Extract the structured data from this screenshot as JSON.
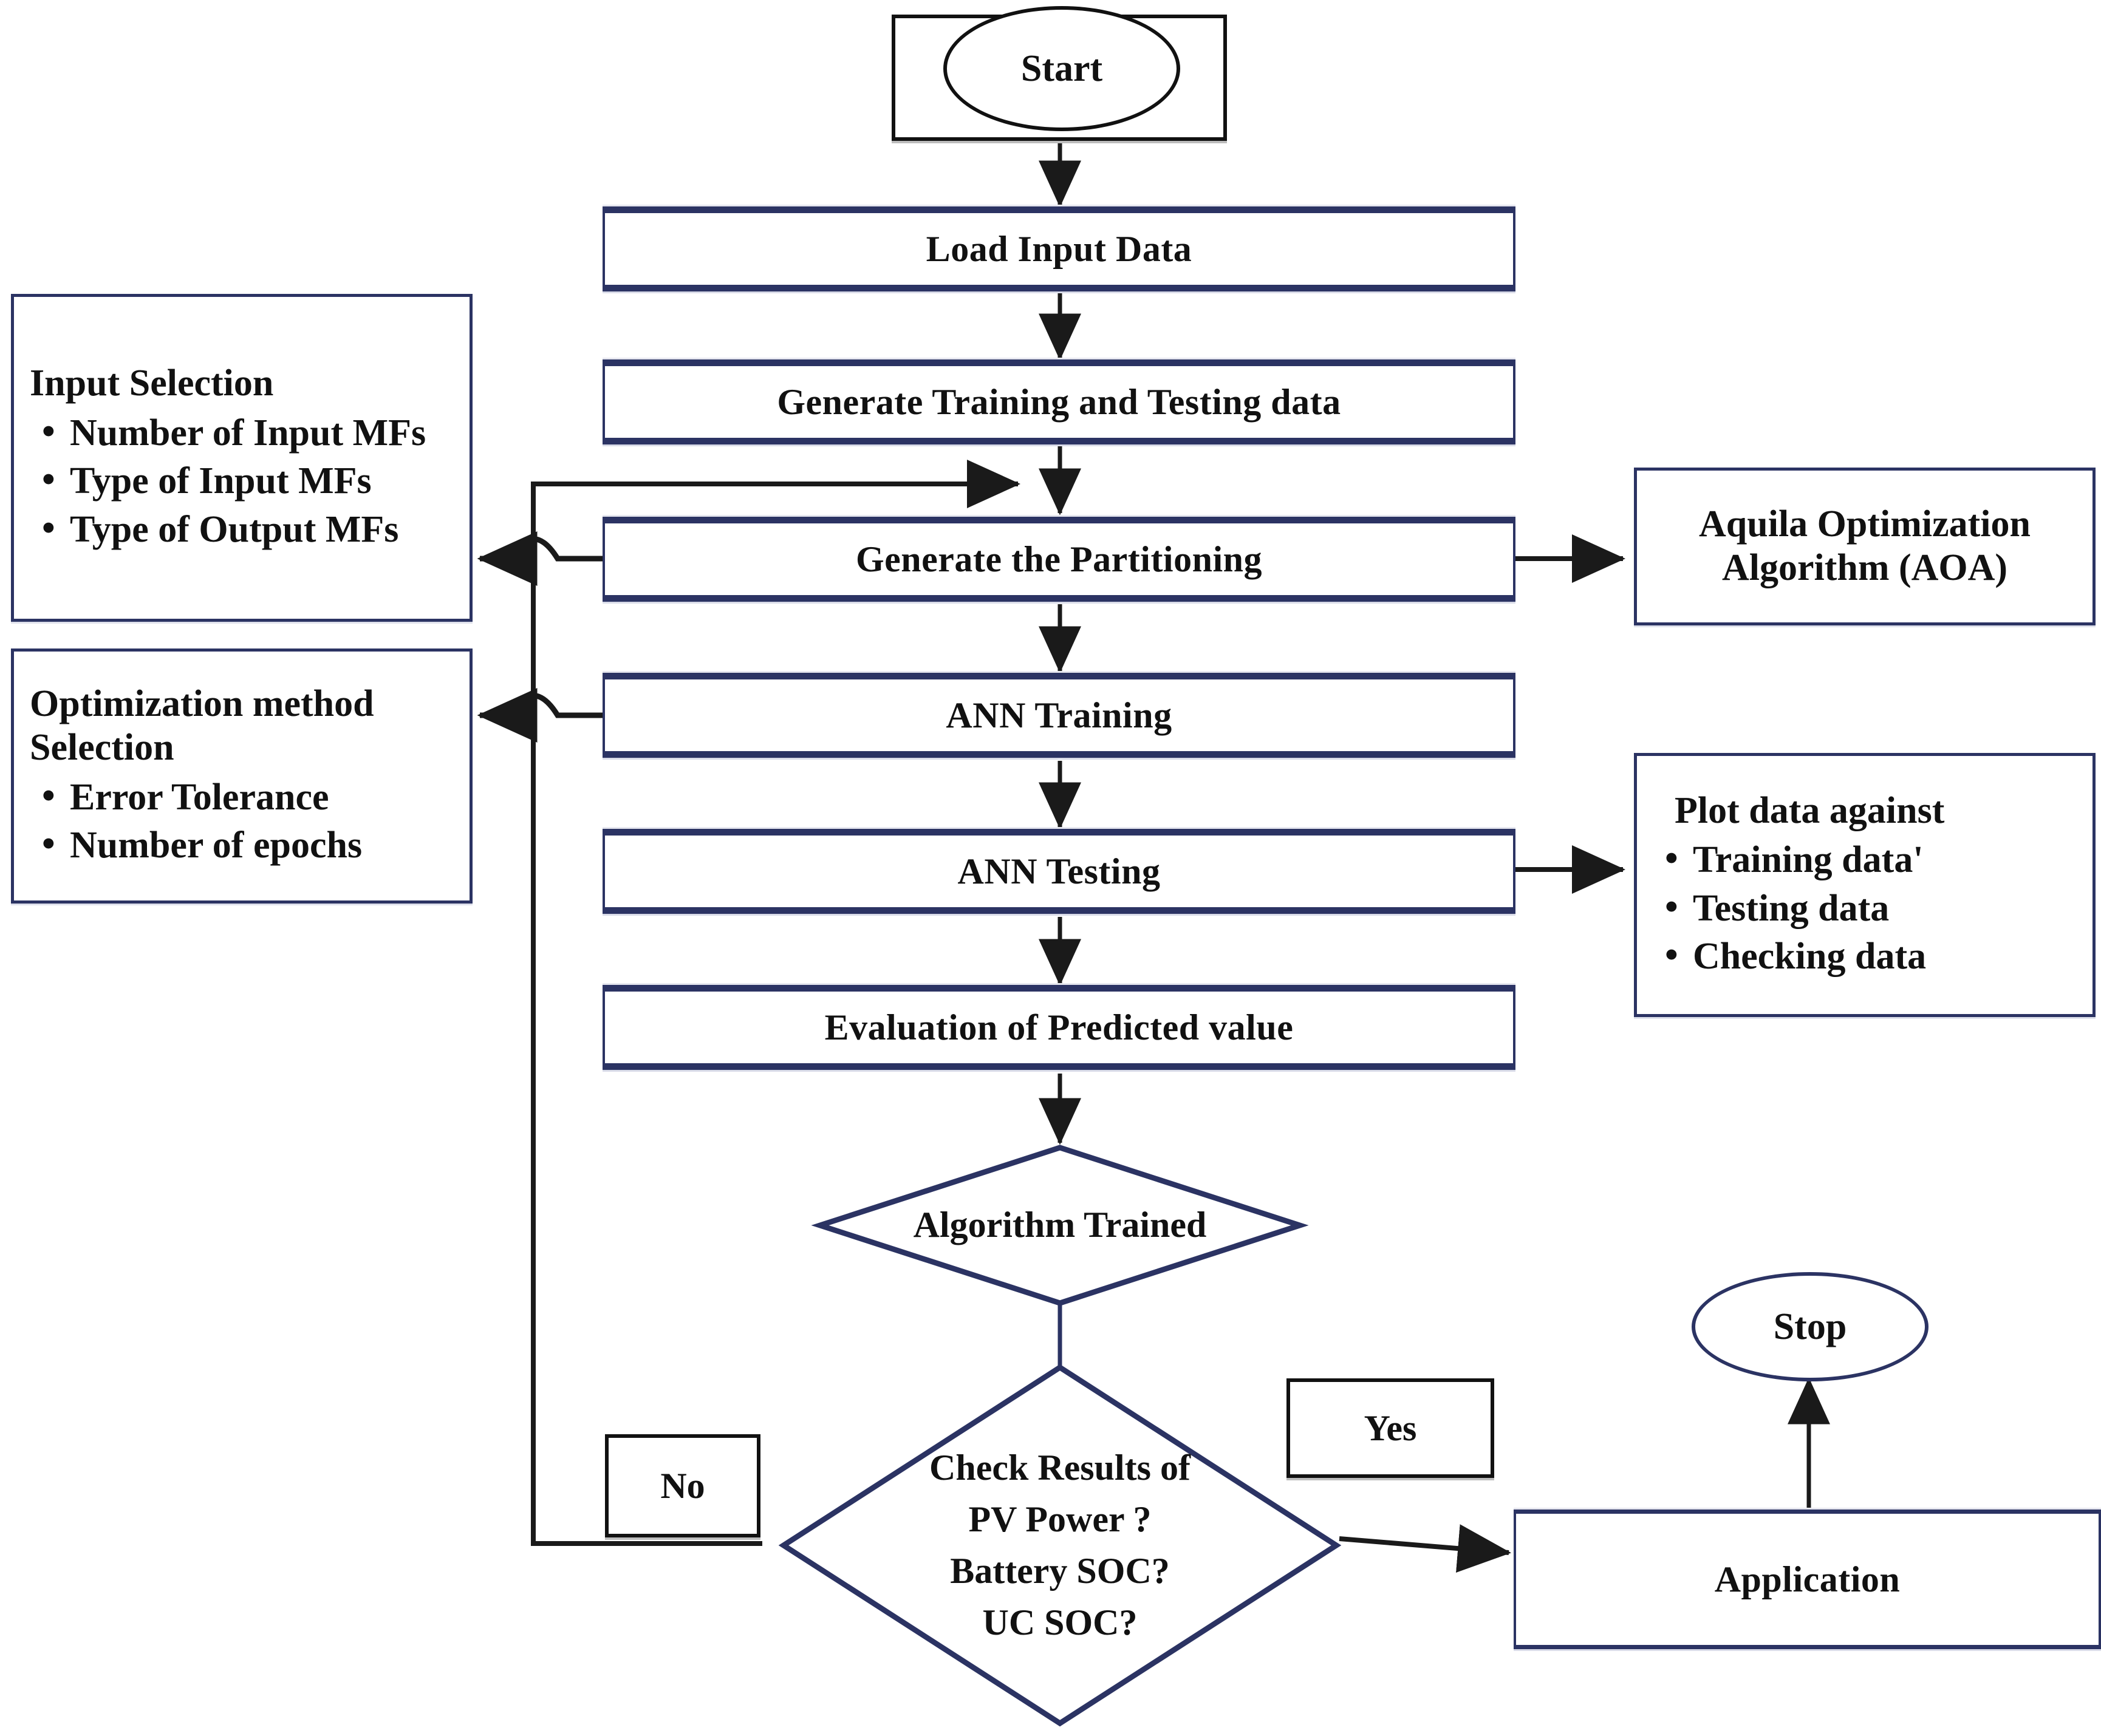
{
  "diagram": {
    "title": "ANN training flowchart with Aquila Optimization Algorithm",
    "colors": {
      "navy": "#2b3363",
      "black": "#111111",
      "background": "#ffffff"
    }
  },
  "terminators": {
    "start": "Start",
    "stop": "Stop"
  },
  "process": {
    "load_input_data": "Load Input Data",
    "generate_training_testing": "Generate Training and Testing data",
    "generate_partitioning": "Generate the Partitioning",
    "ann_training": "ANN Training",
    "ann_testing": "ANN Testing",
    "evaluation": "Evaluation of Predicted value",
    "application": "Application"
  },
  "decisions": {
    "algorithm_trained": "Algorithm Trained",
    "check_results_lines": [
      "Check Results of",
      "PV Power ?",
      "Battery SOC?",
      "UC SOC?"
    ]
  },
  "branch_labels": {
    "no": "No",
    "yes": "Yes"
  },
  "notes": {
    "input_selection": {
      "title": "Input Selection",
      "items": [
        "Number of Input MFs",
        "Type of Input MFs",
        "Type of Output MFs"
      ]
    },
    "optimization_method": {
      "title": "Optimization method Selection",
      "items": [
        "Error Tolerance",
        "Number of epochs"
      ]
    },
    "aquila": {
      "title": "Aquila Optimization Algorithm (AOA)",
      "items": []
    },
    "plot_data": {
      "title": "Plot data against",
      "items": [
        "Training data'",
        "Testing data",
        "Checking data"
      ]
    }
  }
}
